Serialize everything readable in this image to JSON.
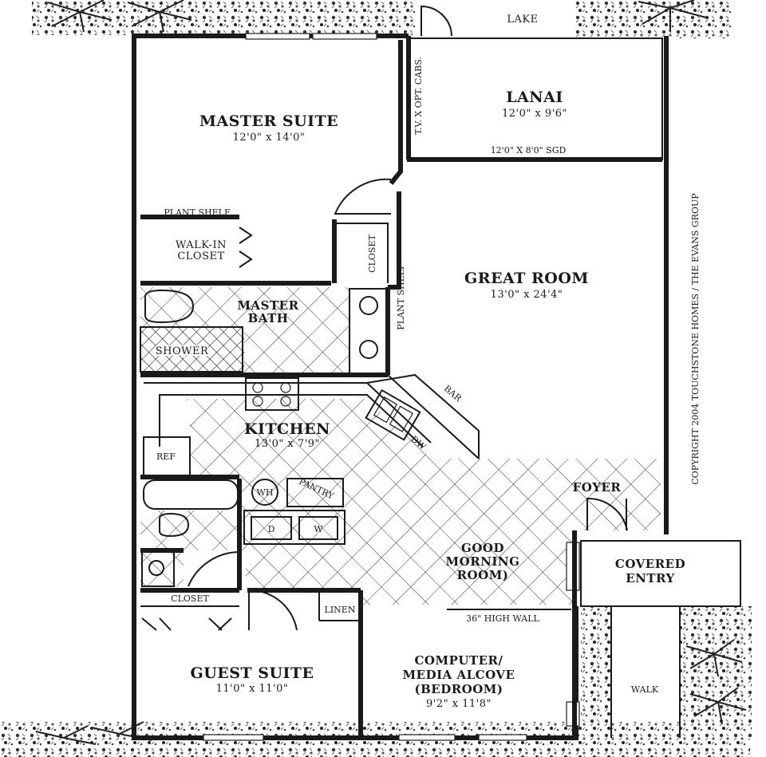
{
  "rooms": {
    "lake": "LAKE",
    "lanai_name": "LANAI",
    "lanai_dim": "12'0\" x 9'6\"",
    "sgd": "12'0\" X 8'0\" SGD",
    "tv_cabs": "T.V. X OPT. CABS.",
    "master_suite_name": "MASTER SUITE",
    "master_suite_dim": "12'0\" x 14'0\"",
    "plant_shelf_1": "PLANT SHELF",
    "walkin_line1": "WALK-IN",
    "walkin_line2": "CLOSET",
    "closet_vertical": "CLOSET",
    "plant_shelf_2": "PLANT SHELF",
    "great_room_name": "GREAT ROOM",
    "great_room_dim": "13'0\" x 24'4\"",
    "master_bath_line1": "MASTER",
    "master_bath_line2": "BATH",
    "shower": "SHOWER",
    "bar": "BAR",
    "dw": "DW",
    "kitchen_name": "KITCHEN",
    "kitchen_dim": "13'0\" x 7'9\"",
    "ref": "REF",
    "wh": "WH",
    "pantry": "PANTRY",
    "dryer": "D",
    "washer": "W",
    "foyer": "FOYER",
    "covered_line1": "COVERED",
    "covered_line2": "ENTRY",
    "good_line1": "GOOD",
    "good_line2": "MORNING",
    "good_line3": "ROOM)",
    "closet_guest": "CLOSET",
    "linen": "LINEN",
    "high_wall": "36\" HIGH WALL",
    "guest_suite_name": "GUEST SUITE",
    "guest_suite_dim": "11'0\" x 11'0\"",
    "computer_line1": "COMPUTER/",
    "computer_line2": "MEDIA ALCOVE",
    "computer_line3": "(BEDROOM)",
    "computer_dim": "9'2\" x 11'8\"",
    "walk": "WALK"
  },
  "copyright": "COPYRIGHT 2004  TOUCHSTONE HOMES / THE EVANS GROUP"
}
